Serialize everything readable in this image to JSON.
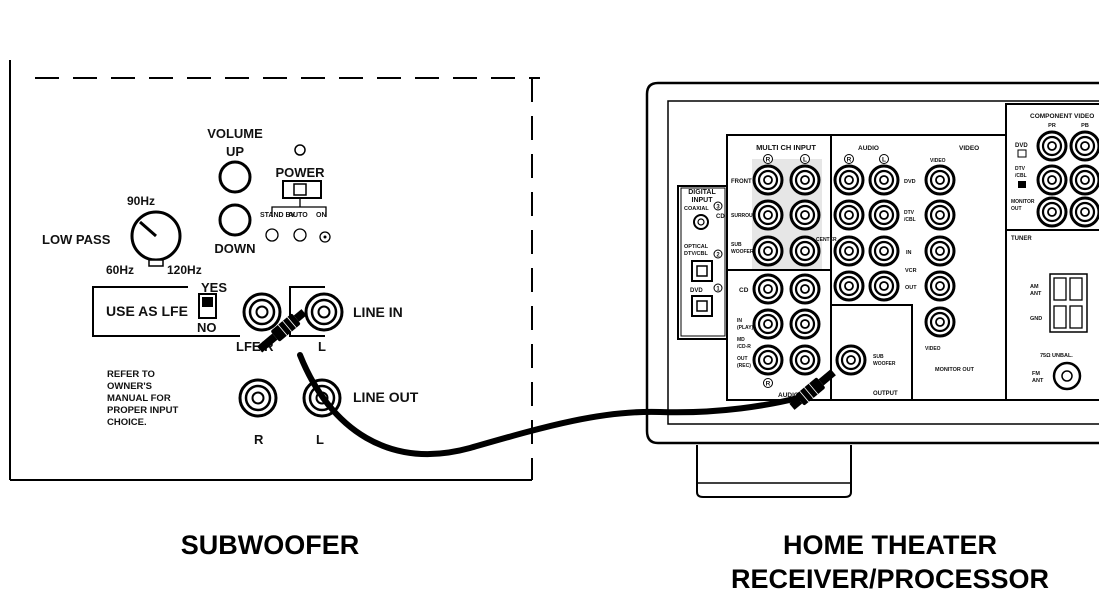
{
  "subwoofer": {
    "volume": "VOLUME",
    "up": "UP",
    "down": "DOWN",
    "power": "POWER",
    "power_standby": "STAND BY",
    "power_auto": "AUTO",
    "power_on": "ON",
    "freq_90": "90Hz",
    "freq_60": "60Hz",
    "freq_120": "120Hz",
    "low_pass": "LOW PASS",
    "yes": "YES",
    "no": "NO",
    "use_as_lfe": "USE AS LFE",
    "lfe_r": "LFE/R",
    "line_in": "LINE IN",
    "line_out": "LINE OUT",
    "r": "R",
    "l": "L",
    "refer": [
      "REFER TO",
      "OWNER'S",
      "MANUAL FOR",
      "PROPER INPUT",
      "CHOICE."
    ]
  },
  "receiver": {
    "digital_input": [
      "DIGITAL",
      "INPUT"
    ],
    "coaxial": "COAXIAL",
    "cd": "CD",
    "optical": [
      "OPTICAL",
      "DTV/CBL"
    ],
    "dvd": "DVD",
    "num1": "1",
    "num2": "2",
    "num3": "3",
    "multi_ch_input": "MULTI CH INPUT",
    "r": "R",
    "l": "L",
    "front": "FRONT",
    "surround": "SURROUND",
    "sub_woofer": [
      "SUB",
      "WOOFER"
    ],
    "center": "CENTER",
    "audio": "AUDIO",
    "video": "VIDEO",
    "dtv_cbl": [
      "DTV",
      "/CBL"
    ],
    "in": "IN",
    "vcr": "VCR",
    "out": "OUT",
    "monitor_out": "MONITOR OUT",
    "output": "OUTPUT",
    "in_play": [
      "IN",
      "(PLAY)"
    ],
    "md_cd_r": [
      "MD",
      "/CD-R"
    ],
    "out_rec": [
      "OUT",
      "(REC)"
    ],
    "component_video": "COMPONENT VIDEO",
    "pr": "PR",
    "pb": "PB",
    "monitor_out2": [
      "MONITOR",
      "OUT"
    ],
    "tuner": "TUNER",
    "am_ant": [
      "AM",
      "ANT"
    ],
    "gnd": "GND",
    "ohm_unbal": "75Ω UNBAL.",
    "fm_ant": [
      "FM",
      "ANT"
    ]
  },
  "captions": {
    "subwoofer": "SUBWOOFER",
    "receiver_line1": "HOME THEATER",
    "receiver_line2": "RECEIVER/PROCESSOR"
  }
}
